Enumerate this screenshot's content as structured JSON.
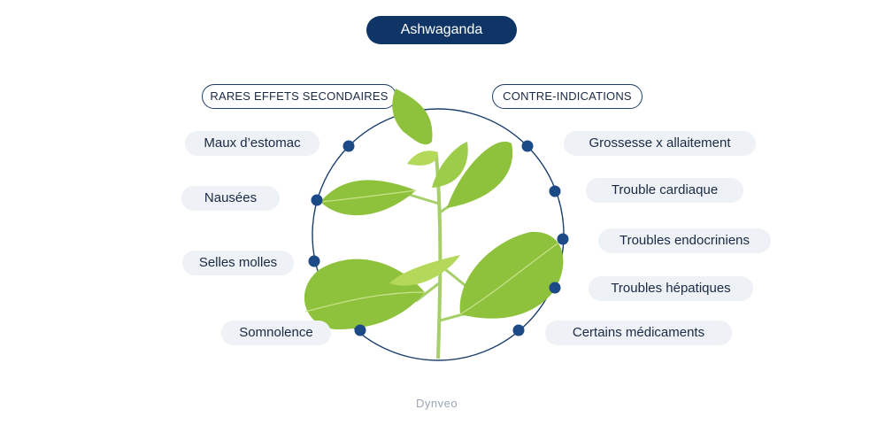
{
  "title": "Ashwaganda",
  "left_header": "RARES EFFETS SECONDAIRES",
  "right_header": "CONTRE-INDICATIONS",
  "side_effects": [
    "Maux d’estomac",
    "Nausées",
    "Selles molles",
    "Somnolence"
  ],
  "contraindications": [
    "Grossesse x allaitement",
    "Trouble cardiaque",
    "Troubles endocriniens",
    "Troubles hépatiques",
    "Certains médicaments"
  ],
  "watermark": "Dynveo",
  "colors": {
    "navy": "#0f3566",
    "dot": "#1c4a87",
    "pill_bg": "#eef1f5",
    "leaf": "#8fc23c",
    "leaf_light": "#b4d85a",
    "stem": "#a6cf6a"
  }
}
